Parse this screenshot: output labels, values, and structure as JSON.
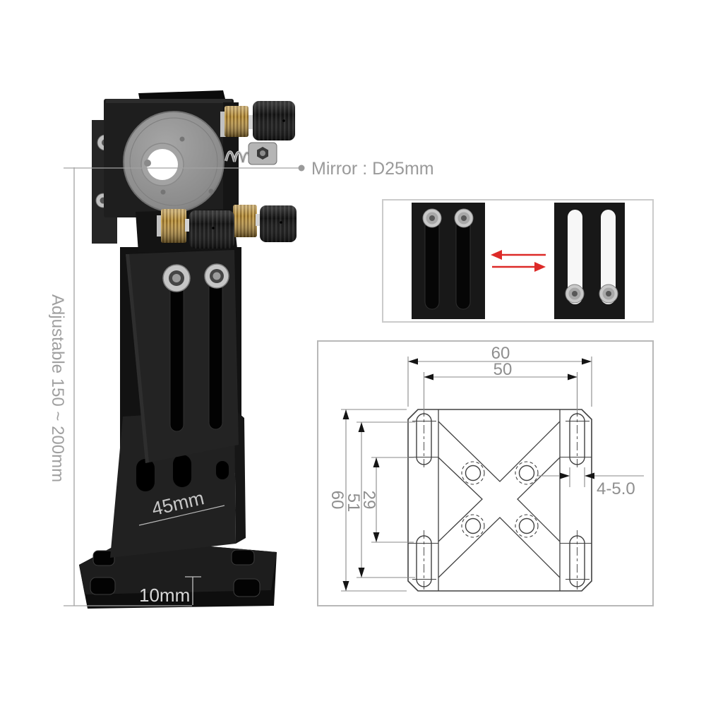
{
  "photo": {
    "labels": {
      "mirror": "Mirror : D25mm",
      "adjustable_height": "Adjustable 150 ~ 200mm",
      "stand_width": "45mm",
      "base_thickness": "10mm"
    }
  },
  "inset": {
    "arrow_color": "#dd2a28"
  },
  "drawing": {
    "dimensions": {
      "overall_width": "60",
      "hole_spacing": "50",
      "overall_height": "60",
      "slot_outer_span": "51",
      "slot_inner_span": "29",
      "slot_size": "4-5.0"
    }
  },
  "colors": {
    "label_gray": "#9a9a9a",
    "drawing_line": "#404040",
    "dimension_text": "#8f8f8f",
    "brass": "#b08a3e",
    "body_black": "#1c1c1c",
    "arrow_red": "#dd2a28"
  }
}
